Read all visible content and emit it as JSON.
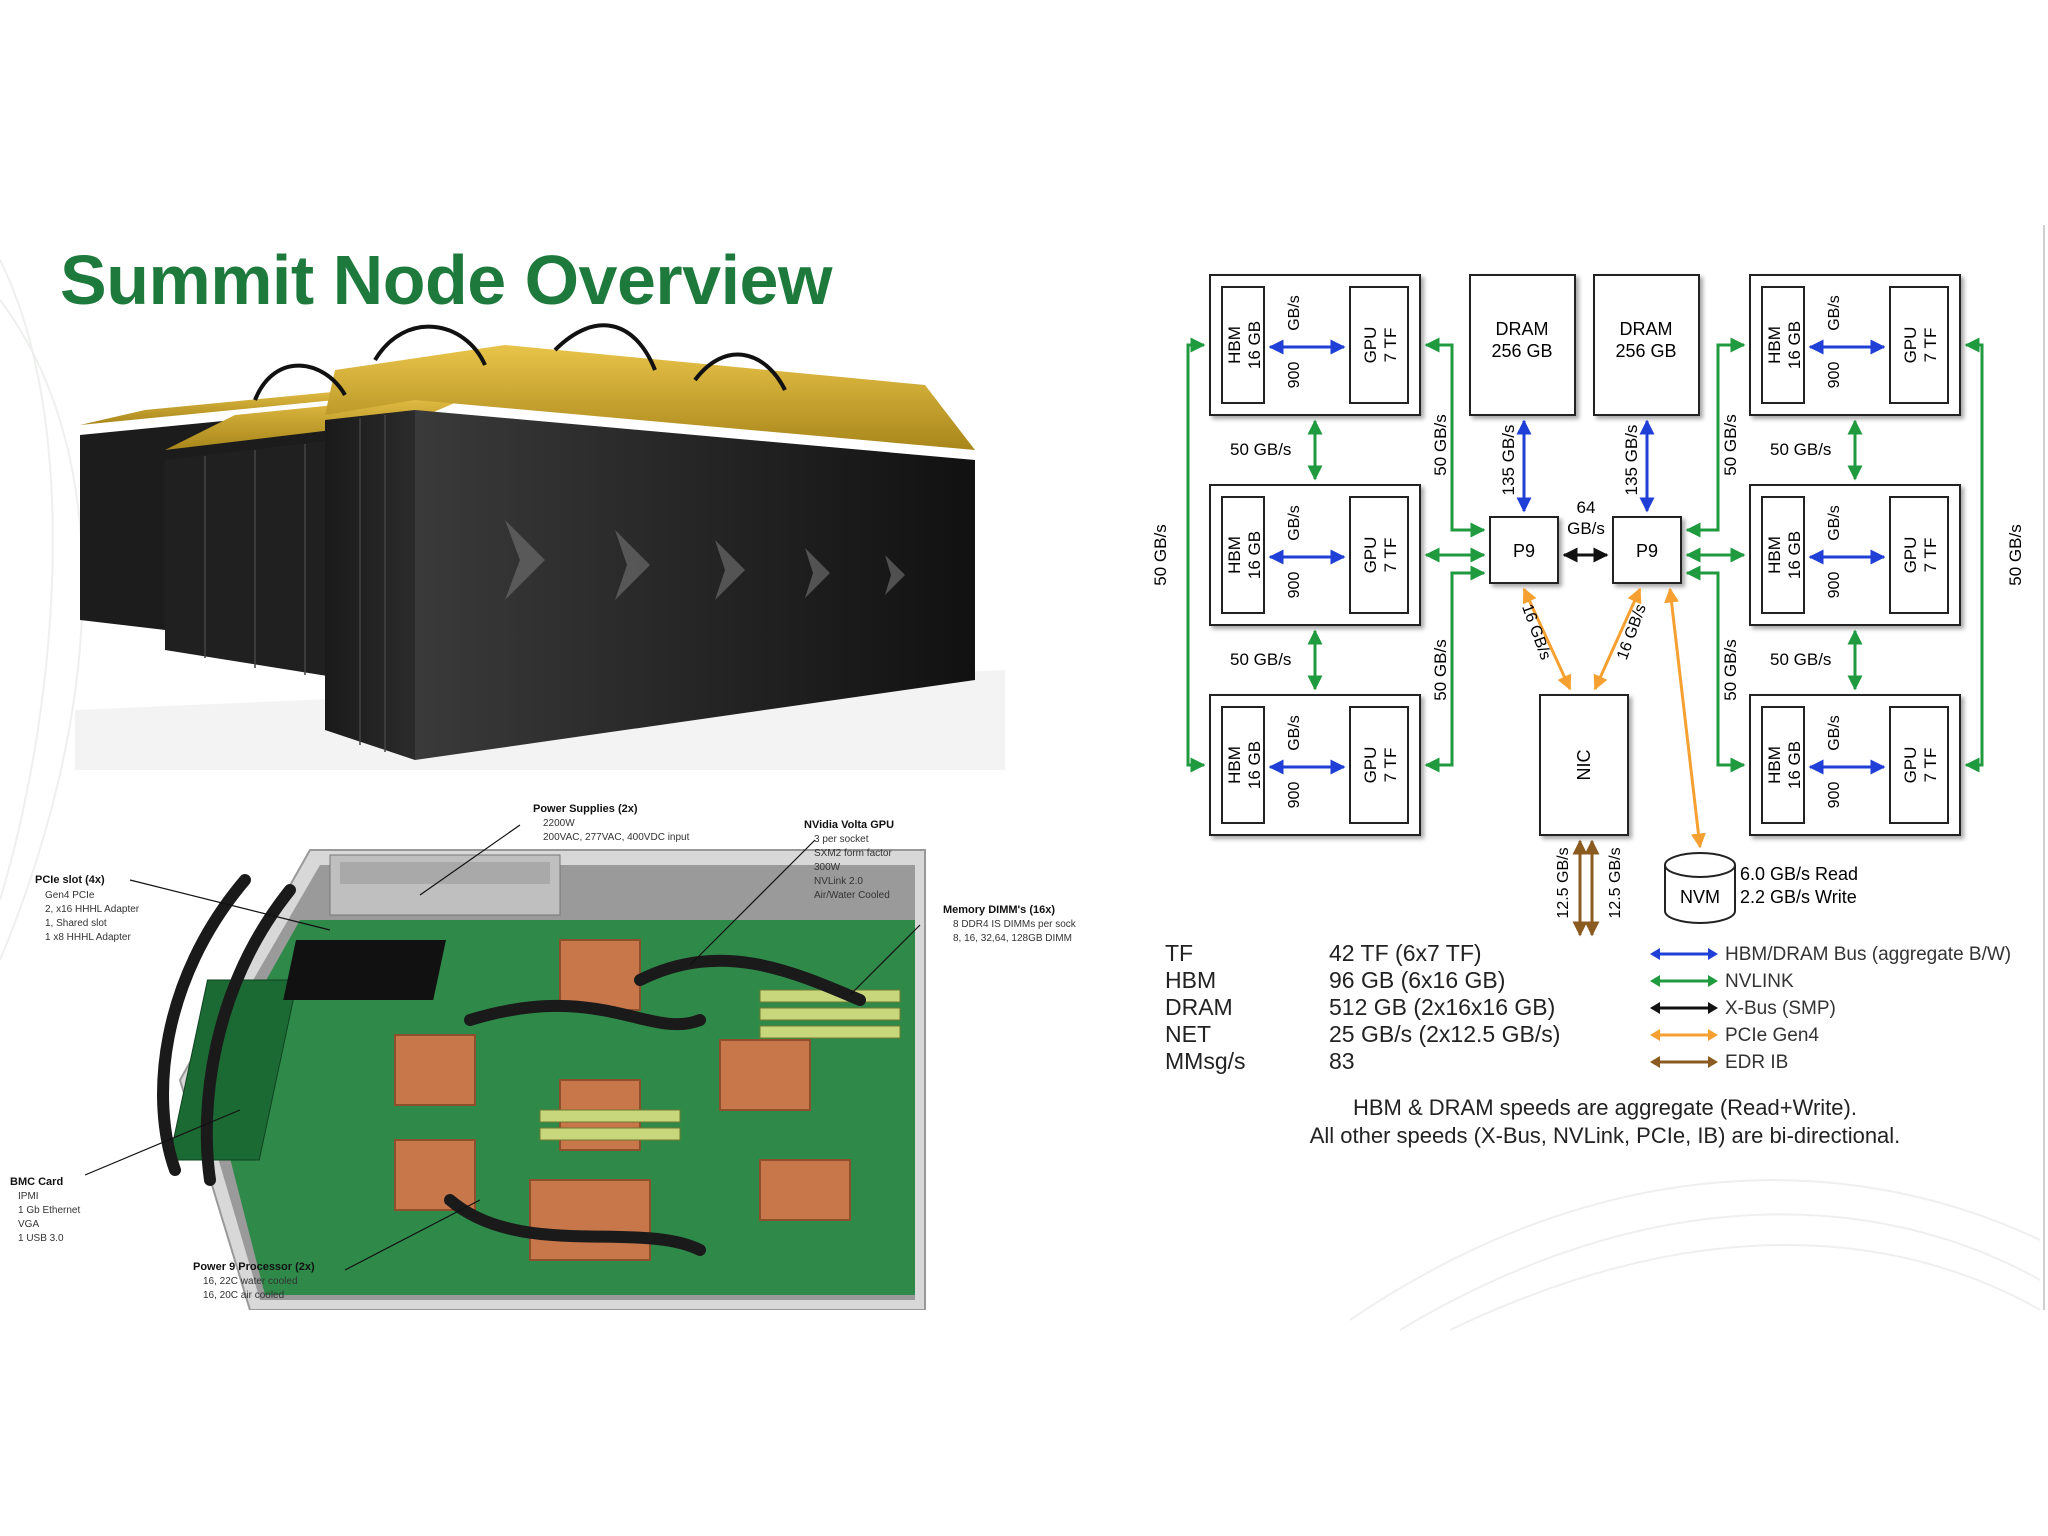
{
  "slide": {
    "title": "Summit Node Overview",
    "colors": {
      "title": "#1e7a3c",
      "nvlink": "#1f9a3f",
      "hbm_bus": "#1f3fd6",
      "xbus": "#111111",
      "pcie": "#f5a030",
      "edr": "#8a5a20"
    }
  },
  "photo_annotations": {
    "pcie": {
      "title": "PCIe slot (4x)",
      "items": [
        "Gen4 PCIe",
        "2, x16 HHHL Adapter",
        "1, Shared slot",
        "1 x8 HHHL Adapter"
      ]
    },
    "power": {
      "title": "Power Supplies (2x)",
      "items": [
        "2200W",
        "200VAC, 277VAC, 400VDC input"
      ]
    },
    "gpu": {
      "title": "NVidia Volta  GPU",
      "items": [
        "3 per socket",
        "SXM2 form factor",
        "300W",
        "NVLink 2.0",
        "Air/Water Cooled"
      ]
    },
    "memory": {
      "title": "Memory DIMM's (16x)",
      "items": [
        "8 DDR4 IS DIMMs per sock",
        "8, 16, 32,64, 128GB DIMM"
      ]
    },
    "bmc": {
      "title": "BMC Card",
      "items": [
        "IPMI",
        "1 Gb Ethernet",
        "VGA",
        "1 USB 3.0"
      ]
    },
    "p9": {
      "title": "Power 9 Processor (2x)",
      "items": [
        "16, 22C water cooled",
        "16, 20C air cooled"
      ]
    }
  },
  "diagram": {
    "hbm_label": [
      "HBM",
      "16 GB"
    ],
    "gpu_label": [
      "GPU",
      "7 TF"
    ],
    "hbm_gpu_bw": [
      "900",
      "GB/s"
    ],
    "dram_label": [
      "DRAM",
      "256 GB"
    ],
    "p9_label": "P9",
    "nic_label": "NIC",
    "nvm_label": "NVM",
    "bw_50": "50 GB/s",
    "bw_135": "135 GB/s",
    "bw_64": [
      "64",
      "GB/s"
    ],
    "bw_16": "16 GB/s",
    "bw_12_5": "12.5 GB/s",
    "nvm_read": "6.0 GB/s Read",
    "nvm_write": "2.2 GB/s Write"
  },
  "stats": [
    {
      "key": "TF",
      "value": "42 TF (6x7 TF)"
    },
    {
      "key": "HBM",
      "value": "96 GB (6x16 GB)"
    },
    {
      "key": "DRAM",
      "value": "512 GB (2x16x16 GB)"
    },
    {
      "key": "NET",
      "value": "25 GB/s (2x12.5 GB/s)"
    },
    {
      "key": "MMsg/s",
      "value": "83"
    }
  ],
  "legend": [
    {
      "label": "HBM/DRAM Bus (aggregate B/W)",
      "color": "#1f3fd6"
    },
    {
      "label": "NVLINK",
      "color": "#1f9a3f"
    },
    {
      "label": "X-Bus (SMP)",
      "color": "#111111"
    },
    {
      "label": "PCIe Gen4",
      "color": "#f5a030"
    },
    {
      "label": "EDR IB",
      "color": "#8a5a20"
    }
  ],
  "footnote": {
    "line1": "HBM & DRAM speeds are aggregate (Read+Write).",
    "line2": "All other speeds (X-Bus, NVLink, PCIe, IB) are bi-directional."
  }
}
